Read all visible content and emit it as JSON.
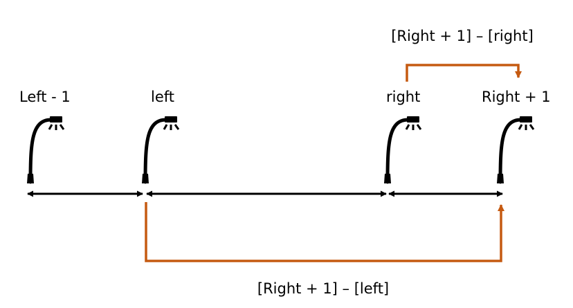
{
  "labels": {
    "left_minus_1": "Left - 1",
    "left": "left",
    "right": "right",
    "right_plus_1": "Right + 1"
  },
  "annotations": {
    "top": "[Right + 1] – [right]",
    "bottom": "[Right + 1] – [left]"
  },
  "icons": [
    "street-lamp-icon",
    "street-lamp-icon",
    "street-lamp-icon",
    "street-lamp-icon"
  ],
  "colors": {
    "ink": "#000000",
    "accent": "#C55A11"
  }
}
